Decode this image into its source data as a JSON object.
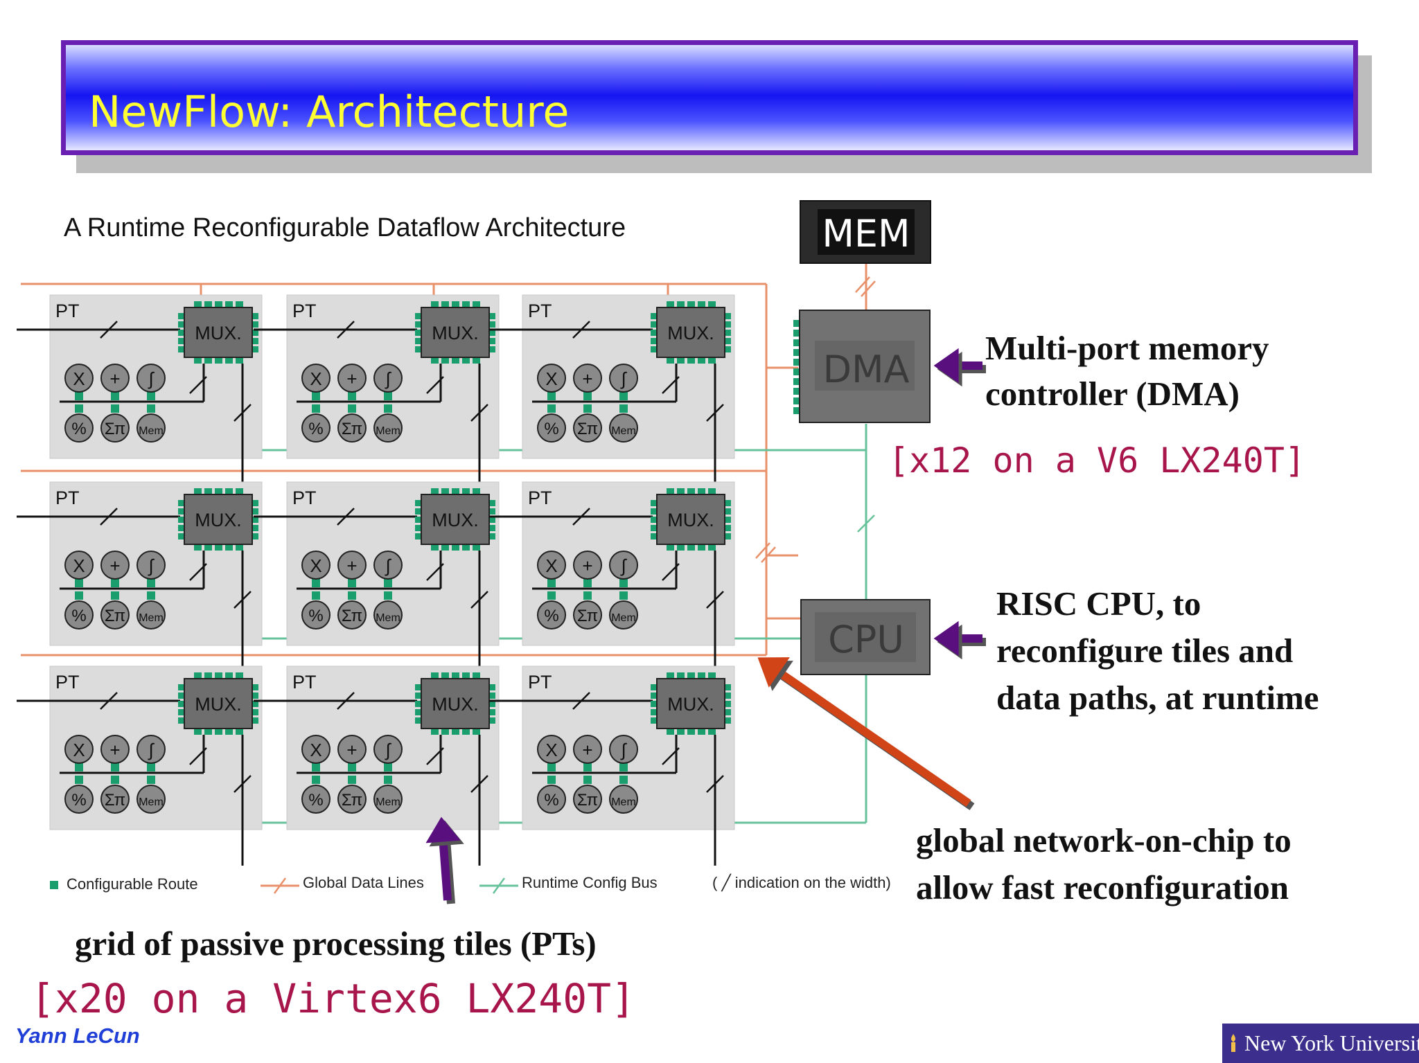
{
  "slide": {
    "title": "NewFlow: Architecture",
    "author": "Yann LeCun",
    "institution": "New York University"
  },
  "diagram": {
    "heading": "A Runtime Reconfigurable Dataflow Architecture",
    "mem_label": "MEM",
    "dma_label": "DMA",
    "cpu_label": "CPU",
    "tile_label": "PT",
    "mux_label": "MUX.",
    "ops": [
      "X",
      "+",
      "∫",
      "%",
      "Σπ",
      "Mem"
    ],
    "legend": [
      "Configurable Route",
      "Global Data Lines",
      "Runtime Config Bus",
      "( ╱ indication on the width)"
    ],
    "colors": {
      "global_data_lines": "#e8906a",
      "config_bus": "#66c29b",
      "route": "#1a9e6e",
      "arrow_purple": "#5a0f7e",
      "arrow_orange": "#d04418"
    }
  },
  "annotations": {
    "dma": [
      "Multi-port memory",
      "controller (DMA)"
    ],
    "dma_count": "[x12 on a V6 LX240T]",
    "cpu": [
      "RISC CPU, to",
      "reconfigure tiles and",
      "data paths, at runtime"
    ],
    "noc": [
      "global network-on-chip to",
      "allow fast reconfiguration"
    ],
    "grid": "grid of passive processing tiles (PTs)",
    "grid_count": "[x20 on a Virtex6 LX240T]"
  }
}
